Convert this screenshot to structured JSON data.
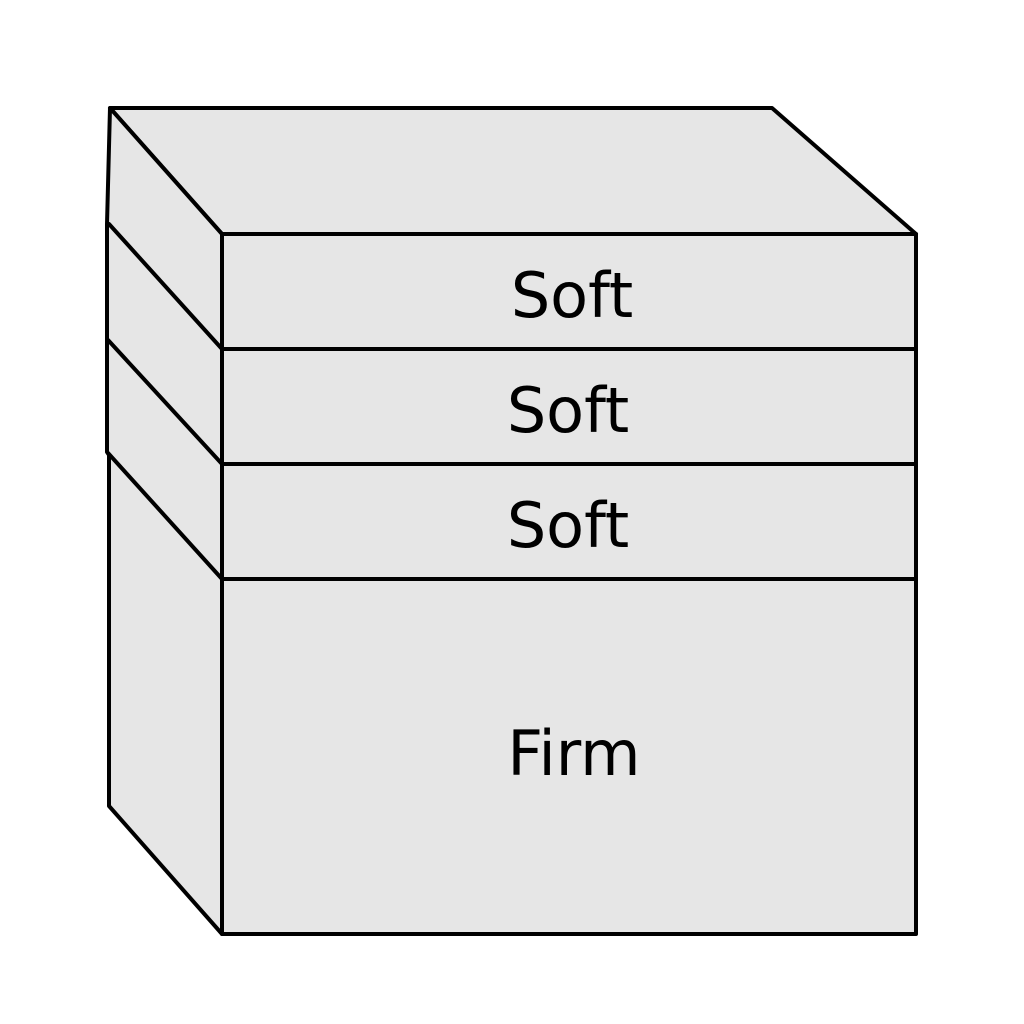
{
  "colors": {
    "background": "#ffffff",
    "face_fill": "#e6e6e6",
    "outline": "#000000"
  },
  "layers": [
    {
      "label": "Soft"
    },
    {
      "label": "Soft"
    },
    {
      "label": "Soft"
    },
    {
      "label": "Firm"
    }
  ]
}
